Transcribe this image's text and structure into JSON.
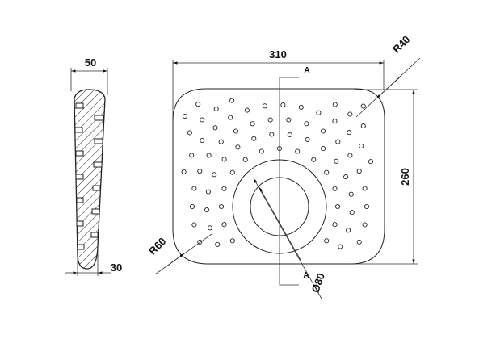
{
  "drawing": {
    "profile": {
      "top_width": "50",
      "bottom_width": "30"
    },
    "plate": {
      "width": "310",
      "height": "260",
      "corner_radius_top": "R40",
      "corner_radius_bottom": "R60",
      "center_hole": "Ø80",
      "section_top": "A",
      "section_bottom": "A"
    }
  }
}
